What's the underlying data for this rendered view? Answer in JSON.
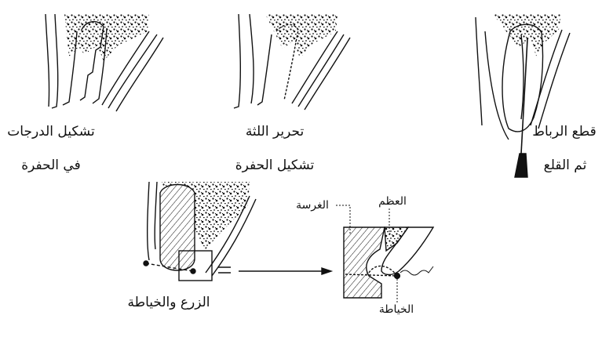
{
  "captions": {
    "step1_line1": "تشكيل الدرجات",
    "step1_line2": "في الحفرة",
    "step2_line1": "تحرير اللثة",
    "step2_line2": "تشكيل الحفرة",
    "step3_line1": "قطع الرباط",
    "step3_line2": "ثم القلع",
    "step4": "الزرع والخياطة"
  },
  "detail_labels": {
    "bone": "العظم",
    "implant": "الغرسة",
    "suture": "الخياطة"
  },
  "colors": {
    "ink": "#111111",
    "background": "#ffffff"
  }
}
